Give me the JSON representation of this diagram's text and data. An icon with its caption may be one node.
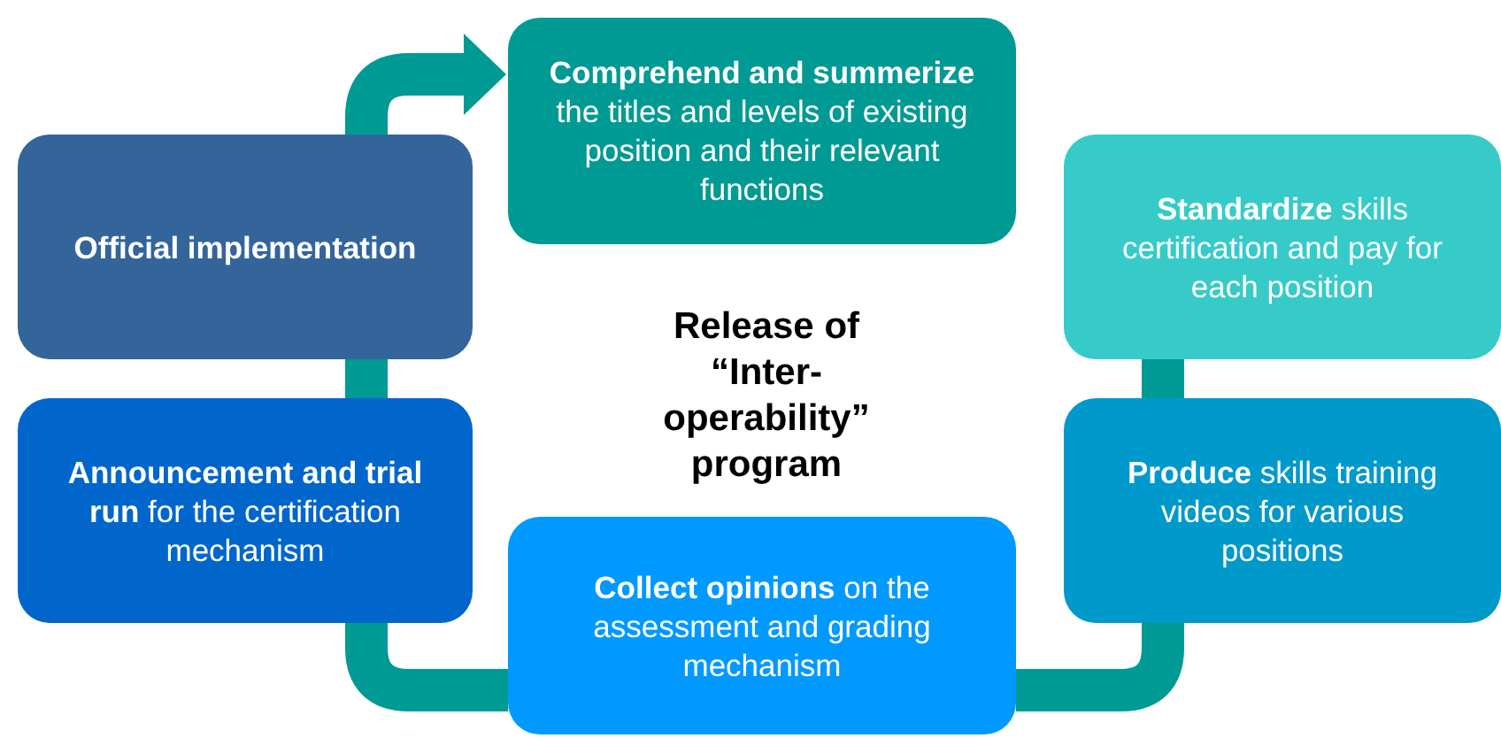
{
  "diagram": {
    "nodes": [
      {
        "text": [
          "Official implementation"
        ]
      },
      {
        "text": [
          "**Comprehend and summerize** the titles and levels of existing position and their relevant functions"
        ]
      },
      {
        "text": [
          "**Standardize** skills certification and pay for each position"
        ]
      },
      {
        "text": [
          "**Produce** skills training videos for various positions"
        ]
      },
      {
        "text": [
          "**Collect opinions** on the assessment and grading mechanism"
        ]
      },
      {
        "text": [
          "**Announcement and trial run** for the certification mechanism"
        ]
      }
    ],
    "edges": [
      {
        "from": 0,
        "to": 1,
        "arrow": "to"
      },
      {
        "from": 2,
        "to": 3,
        "arrow": "none"
      },
      {
        "from": 3,
        "to": 4,
        "arrow": "none"
      },
      {
        "from": 4,
        "to": 5,
        "arrow": "none"
      },
      {
        "from": 5,
        "to": 0,
        "arrow": "none"
      }
    ],
    "labels": [
      "Release of “Inter-operability” program"
    ]
  }
}
